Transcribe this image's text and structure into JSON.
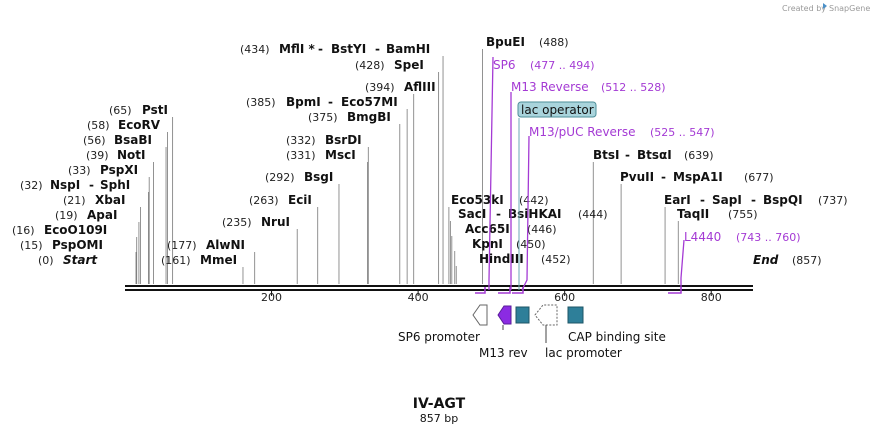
{
  "credit": {
    "text": "Created by",
    "brand": "SnapGene"
  },
  "title": {
    "name": "IV-AGT",
    "length": "857 bp"
  },
  "sequence_length": 857,
  "start_label": {
    "pos": "(0)",
    "name": "Start"
  },
  "end_label": {
    "name": "End",
    "pos": "(857)"
  },
  "ticks": [
    "200",
    "400",
    "600",
    "800"
  ],
  "tick_values": [
    200,
    400,
    600,
    800
  ],
  "sites": [
    {
      "pos": "(434)",
      "parts": [
        "MflI *",
        "BstYI",
        "BamHI"
      ],
      "bp": 434
    },
    {
      "pos": "(428)",
      "parts": [
        "SpeI"
      ],
      "bp": 428
    },
    {
      "pos": "(394)",
      "parts": [
        "AflIII"
      ],
      "bp": 394
    },
    {
      "pos": "(385)",
      "parts": [
        "BpmI",
        "Eco57MI"
      ],
      "bp": 385
    },
    {
      "pos": "(375)",
      "parts": [
        "BmgBI"
      ],
      "bp": 375
    },
    {
      "pos": "(332)",
      "parts": [
        "BsrDI"
      ],
      "bp": 332
    },
    {
      "pos": "(331)",
      "parts": [
        "MscI"
      ],
      "bp": 331
    },
    {
      "pos": "(292)",
      "parts": [
        "BsgI"
      ],
      "bp": 292
    },
    {
      "pos": "(263)",
      "parts": [
        "EciI"
      ],
      "bp": 263
    },
    {
      "pos": "(235)",
      "parts": [
        "NruI"
      ],
      "bp": 235
    },
    {
      "pos": "(177)",
      "parts": [
        "AlwNI"
      ],
      "bp": 177
    },
    {
      "pos": "(161)",
      "parts": [
        "MmeI"
      ],
      "bp": 161
    },
    {
      "pos": "(65)",
      "parts": [
        "PstI"
      ],
      "bp": 65
    },
    {
      "pos": "(58)",
      "parts": [
        "EcoRV"
      ],
      "bp": 58
    },
    {
      "pos": "(56)",
      "parts": [
        "BsaBI"
      ],
      "bp": 56
    },
    {
      "pos": "(39)",
      "parts": [
        "NotI"
      ],
      "bp": 39
    },
    {
      "pos": "(33)",
      "parts": [
        "PspXI"
      ],
      "bp": 33
    },
    {
      "pos": "(32)",
      "parts": [
        "NspI",
        "SphI"
      ],
      "bp": 32
    },
    {
      "pos": "(21)",
      "parts": [
        "XbaI"
      ],
      "bp": 21
    },
    {
      "pos": "(19)",
      "parts": [
        "ApaI"
      ],
      "bp": 19
    },
    {
      "pos": "(16)",
      "parts": [
        "EcoO109I"
      ],
      "bp": 16
    },
    {
      "pos": "(15)",
      "parts": [
        "PspOMI"
      ],
      "bp": 15
    },
    {
      "pos": "(488)",
      "parts": [
        "BpuEI"
      ],
      "bp": 488
    },
    {
      "pos": "(442)",
      "parts": [
        "Eco53kI"
      ],
      "bp": 442
    },
    {
      "pos": "(444)",
      "parts": [
        "SacI",
        "BsiHKAI"
      ],
      "bp": 444
    },
    {
      "pos": "(446)",
      "parts": [
        "Acc65I"
      ],
      "bp": 446
    },
    {
      "pos": "(450)",
      "parts": [
        "KpnI"
      ],
      "bp": 450
    },
    {
      "pos": "(452)",
      "parts": [
        "HindIII"
      ],
      "bp": 452
    },
    {
      "pos": "(639)",
      "parts": [
        "BtsI",
        "BtsαI"
      ],
      "bp": 639
    },
    {
      "pos": "(677)",
      "parts": [
        "PvuII",
        "MspA1I"
      ],
      "bp": 677
    },
    {
      "pos": "(737)",
      "parts": [
        "EarI",
        "SapI",
        "BspQI"
      ],
      "bp": 737
    },
    {
      "pos": "(755)",
      "parts": [
        "TaqII"
      ],
      "bp": 755
    }
  ],
  "primers": [
    {
      "name": "SP6",
      "range": "(477 .. 494)",
      "start": 477,
      "end": 494
    },
    {
      "name": "M13 Reverse",
      "range": "(512 .. 528)",
      "start": 512,
      "end": 528
    },
    {
      "name": "M13/pUC Reverse",
      "range": "(525 .. 547)",
      "start": 525,
      "end": 547
    },
    {
      "name": "L4440",
      "range": "(743 .. 760)",
      "start": 743,
      "end": 760
    }
  ],
  "operator": {
    "label": "lac operator"
  },
  "features": [
    {
      "name": "SP6 promoter"
    },
    {
      "name": "M13 rev"
    },
    {
      "name": "lac promoter"
    },
    {
      "name": "CAP binding site"
    }
  ],
  "colors": {
    "primer": "#a43ad4",
    "feature_teal": "#2e7f99",
    "operator_fill": "#a9d4dc",
    "m13_purple": "#8b2be2",
    "backbone": "#111111"
  }
}
